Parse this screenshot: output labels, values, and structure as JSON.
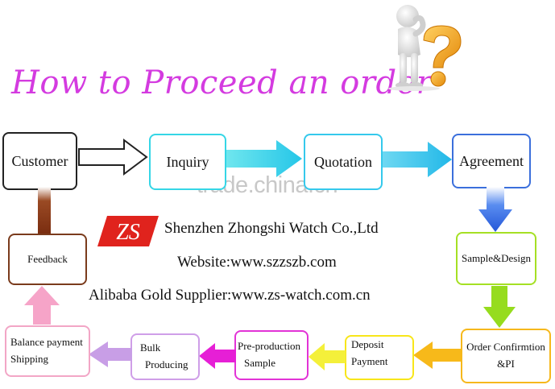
{
  "title": "How to Proceed an order",
  "watermark": "trade.china.cn",
  "company": {
    "logo_text": "ZS",
    "name": "Shenzhen Zhongshi Watch Co.,Ltd",
    "website": "Website:www.szzszb.com",
    "alibaba": "Alibaba Gold Supplier:www.zs-watch.com.cn"
  },
  "steps": {
    "customer": "Customer",
    "inquiry": "Inquiry",
    "quotation": "Quotation",
    "agreement": "Agreement",
    "sample_design": "Sample&Design",
    "order_confirm_1": "Order Confirmtion",
    "order_confirm_2": "&PI",
    "deposit_1": "Deposit",
    "deposit_2": "Payment",
    "preproduction_1": "Pre-production",
    "preproduction_2": "Sample",
    "bulk_1": "Bulk",
    "bulk_2": "Producing",
    "balance_1": "Balance payment",
    "balance_2": "Shipping",
    "feedback": "Feedback"
  },
  "colors": {
    "title": "#d43be0",
    "inquiry_border": "#35d6e6",
    "quotation_border": "#35c9ec",
    "agreement_border": "#3b6fdc",
    "sample_border": "#a5e024",
    "order_border": "#f6b81c",
    "deposit_border": "#f8e61a",
    "preprod_border": "#e233d6",
    "bulk_border": "#cf9ee8",
    "balance_border": "#f2a6c6",
    "feedback_border": "#7a3b1c",
    "logo_red": "#e0231d"
  },
  "icons": [
    "thinking-figure-icon",
    "question-mark-icon"
  ]
}
